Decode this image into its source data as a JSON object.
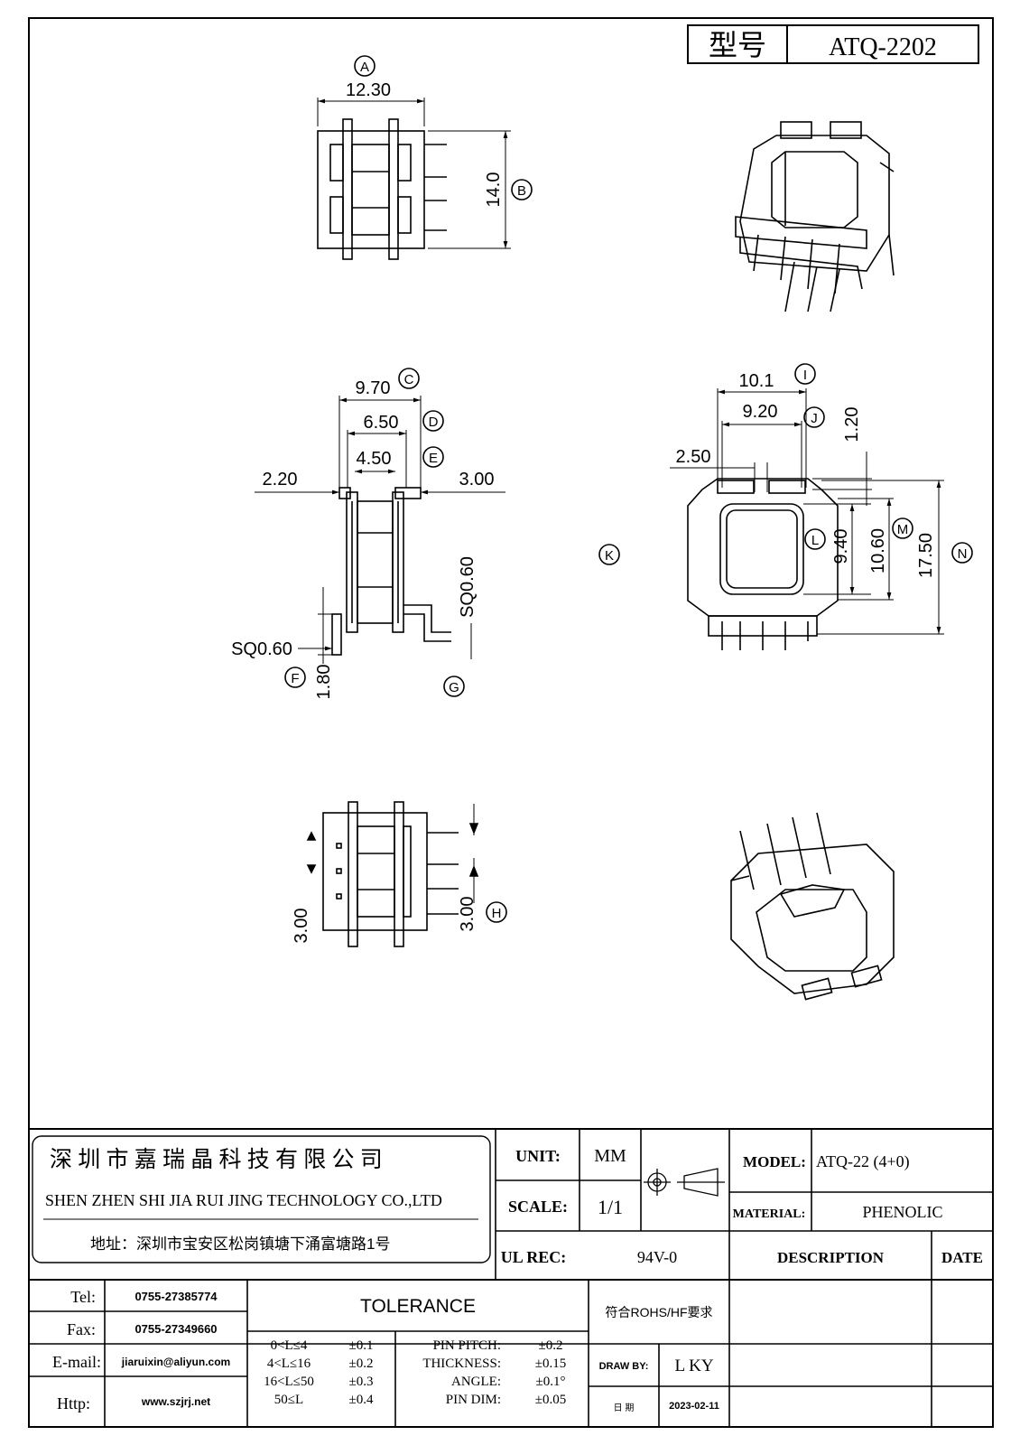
{
  "model_box": {
    "label": "型号",
    "value": "ATQ-2202"
  },
  "views": {
    "top": {
      "callout_a": "A",
      "dim_width": "12.30",
      "callout_b": "B",
      "dim_height": "14.0"
    },
    "side": {
      "callout_c": "C",
      "dim_c": "9.70",
      "callout_d": "D",
      "dim_d": "6.50",
      "callout_e": "E",
      "dim_e": "4.50",
      "dim_left": "2.20",
      "dim_right": "3.00",
      "pin_sq_left": "SQ0.60",
      "pin_sq_right": "SQ0.60",
      "dim_f": "1.80",
      "callout_f": "F",
      "callout_g": "G"
    },
    "front": {
      "callout_i": "I",
      "dim_i": "10.1",
      "callout_j": "J",
      "dim_j": "9.20",
      "dim_k_left": "2.50",
      "dim_top_right": "1.20",
      "callout_k": "K",
      "callout_l": "L",
      "callout_m": "M",
      "callout_n": "N",
      "dim_l": "9.40",
      "dim_m": "10.60",
      "dim_n": "17.50"
    },
    "bottom": {
      "dim_pitch_left": "3.00",
      "dim_pitch_right": "3.00",
      "callout_h": "H"
    }
  },
  "title_block": {
    "company_cn": "深 圳 市 嘉 瑞 晶 科 技 有 限 公 司",
    "company_en": "SHEN ZHEN SHI   JIA RUI JING   TECHNOLOGY CO.,LTD",
    "address": "地址：深圳市宝安区松岗镇塘下涌富塘路1号",
    "unit_label": "UNIT:",
    "unit_value": "MM",
    "scale_label": "SCALE:",
    "scale_value": "1/1",
    "model_label": "MODEL:",
    "model_value": "ATQ-22 (4+0)",
    "material_label": "MATERIAL:",
    "material_value": "PHENOLIC",
    "ul_label": "UL REC:",
    "ul_value": "94V-0",
    "description_label": "DESCRIPTION",
    "date_label": "DATE",
    "tel_label": "Tel:",
    "tel_value": "0755-27385774",
    "fax_label": "Fax:",
    "fax_value": "0755-27349660",
    "email_label": "E-mail:",
    "email_value": "jiaruixin@aliyun.com",
    "http_label": "Http:",
    "http_value": "www.szjrj.net",
    "tolerance_label": "TOLERANCE",
    "tol_rows": [
      {
        "range": "0<L≤4",
        "value": "±0.1"
      },
      {
        "range": "4<L≤16",
        "value": "±0.2"
      },
      {
        "range": "16<L≤50",
        "value": "±0.3"
      },
      {
        "range": "50≤L",
        "value": "±0.4"
      }
    ],
    "tol_specs": [
      {
        "name": "PIN PITCH:",
        "value": "±0.2"
      },
      {
        "name": "THICKNESS:",
        "value": "±0.15"
      },
      {
        "name": "ANGLE:",
        "value": "±0.1°"
      },
      {
        "name": "PIN DIM:",
        "value": "±0.05"
      }
    ],
    "rohs": "符合ROHS/HF要求",
    "draw_by_label": "DRAW BY:",
    "draw_by_value": "L KY",
    "date_row_label": "日 期",
    "date_value": "2023-02-11"
  }
}
